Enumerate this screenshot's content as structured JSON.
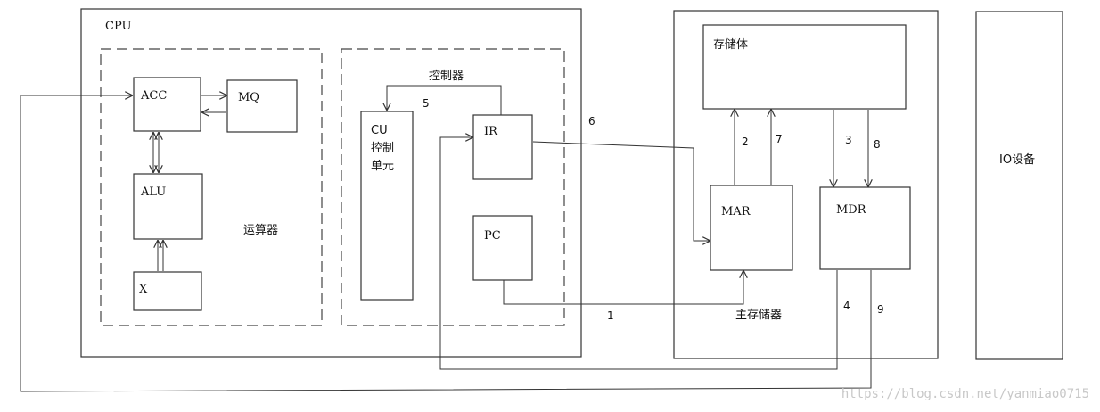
{
  "cpu": {
    "title": "CPU",
    "alu_group": {
      "label": "运算器",
      "acc": "ACC",
      "mq": "MQ",
      "alu": "ALU",
      "x": "X"
    },
    "cu_group": {
      "label": "控制器",
      "cu_lines": [
        "CU",
        "控制",
        "单元"
      ],
      "ir": "IR",
      "pc": "PC"
    }
  },
  "memory": {
    "label": "主存储器",
    "storage": "存储体",
    "mar": "MAR",
    "mdr": "MDR"
  },
  "io": {
    "label": "IO设备"
  },
  "steps": [
    "1",
    "2",
    "3",
    "4",
    "5",
    "6",
    "7",
    "8",
    "9"
  ],
  "watermark": "https://blog.csdn.net/yanmiao0715"
}
